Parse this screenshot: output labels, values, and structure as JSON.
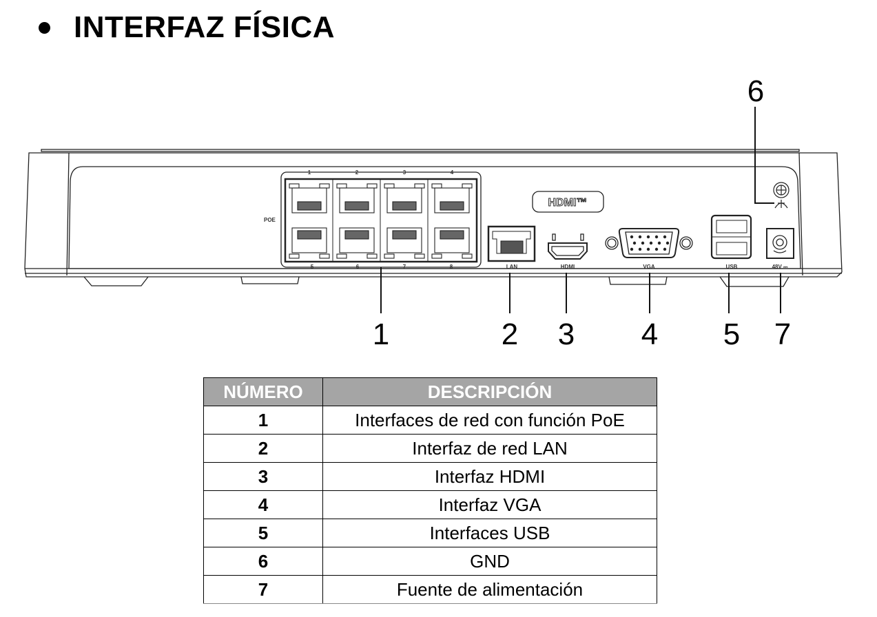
{
  "heading": {
    "bullet_icon": "bullet-icon",
    "title": "INTERFAZ FÍSICA"
  },
  "diagram": {
    "device": "NVR rear panel",
    "port_labels": {
      "poe": "POE",
      "poe_top_numbers": [
        "1",
        "2",
        "3",
        "4"
      ],
      "poe_bottom_numbers": [
        "5",
        "6",
        "7",
        "8"
      ],
      "hdmi_logo": "HDMI™",
      "lan": "LAN",
      "hdmi": "HDMI",
      "vga": "VGA",
      "usb": "USB",
      "power": "48V ⎓"
    },
    "callouts": [
      "1",
      "2",
      "3",
      "4",
      "5",
      "6",
      "7"
    ]
  },
  "table": {
    "headers": [
      "NÚMERO",
      "DESCRIPCIÓN"
    ],
    "header_bg": "#a5a5a5",
    "rows": [
      {
        "number": "1",
        "description": "Interfaces de red con función PoE"
      },
      {
        "number": "2",
        "description": "Interfaz de red LAN"
      },
      {
        "number": "3",
        "description": "Interfaz HDMI"
      },
      {
        "number": "4",
        "description": "Interfaz VGA"
      },
      {
        "number": "5",
        "description": "Interfaces USB"
      },
      {
        "number": "6",
        "description": "GND"
      },
      {
        "number": "7",
        "description": "Fuente de alimentación"
      }
    ]
  }
}
